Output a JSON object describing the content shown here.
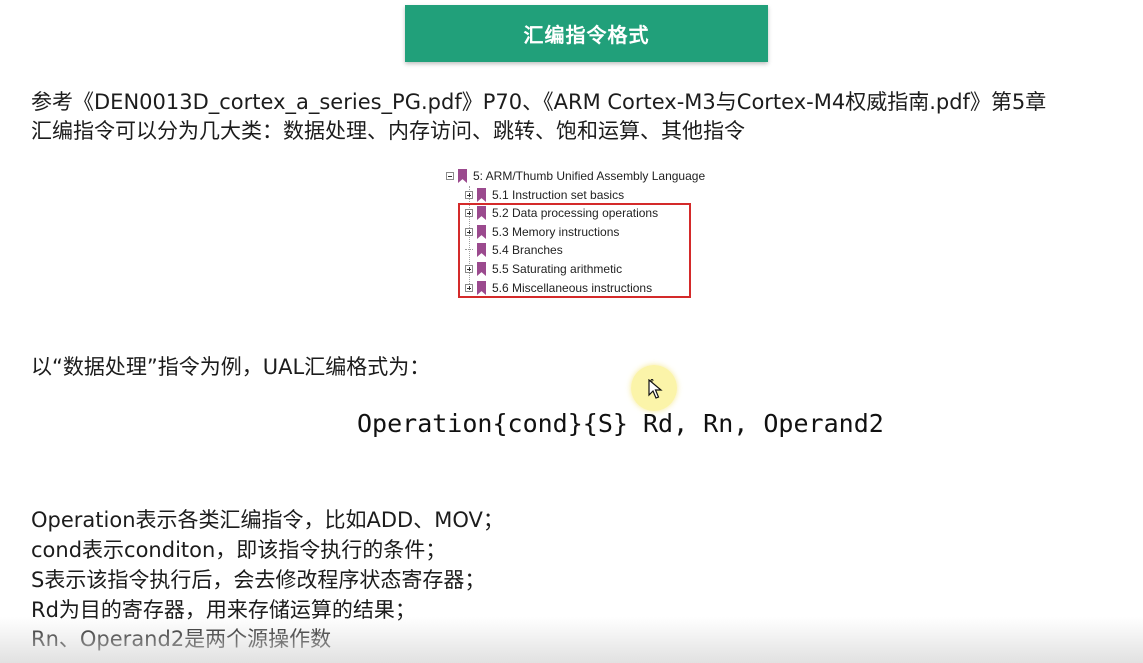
{
  "header": {
    "title": "汇编指令格式"
  },
  "intro": {
    "reference_line": "参考《DEN0013D_cortex_a_series_PG.pdf》P70、《ARM Cortex-M3与Cortex-M4权威指南.pdf》第5章",
    "categories_line": "汇编指令可以分为几大类：数据处理、内存访问、跳转、饱和运算、其他指令"
  },
  "bookmark_tree": {
    "root": {
      "label": "5: ARM/Thumb Unified Assembly Language",
      "expander": "minus"
    },
    "items": [
      {
        "label": "5.1 Instruction set basics",
        "expander": "plus",
        "highlighted": false
      },
      {
        "label": "5.2 Data processing operations",
        "expander": "plus",
        "highlighted": true
      },
      {
        "label": "5.3 Memory instructions",
        "expander": "plus",
        "highlighted": true
      },
      {
        "label": "5.4 Branches",
        "expander": "none",
        "highlighted": true
      },
      {
        "label": "5.5 Saturating arithmetic",
        "expander": "plus",
        "highlighted": true
      },
      {
        "label": "5.6 Miscellaneous instructions",
        "expander": "plus",
        "highlighted": true
      }
    ],
    "highlight_color": "#d42a2a",
    "bookmark_color": "#9b4a8e"
  },
  "example": {
    "intro_line": "以“数据处理”指令为例，UAL汇编格式为：",
    "syntax": "Operation{cond}{S} Rd, Rn, Operand2"
  },
  "explanations": [
    "Operation表示各类汇编指令，比如ADD、MOV；",
    "cond表示conditon，即该指令执行的条件；",
    "S表示该指令执行后，会去修改程序状态寄存器；",
    "Rd为目的寄存器，用来存储运算的结果；",
    "Rn、Operand2是两个源操作数"
  ],
  "colors": {
    "title_bar": "#21a07a",
    "title_text": "#ffffff",
    "cursor_halo": "#faf08c"
  },
  "icons": {
    "bookmark": "bookmark-icon",
    "expander_plus": "expand-plus-icon",
    "expander_minus": "collapse-minus-icon",
    "cursor": "move-cursor-icon"
  }
}
